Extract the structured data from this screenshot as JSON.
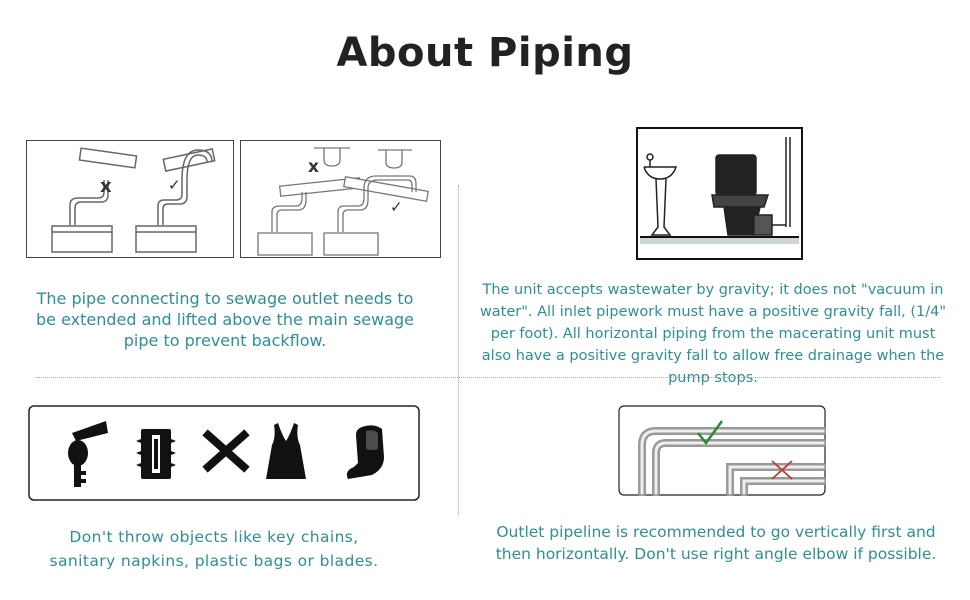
{
  "page": {
    "title": "About Piping"
  },
  "sections": {
    "top_left": {
      "caption": "The pipe connecting to sewage outlet needs to be extended and lifted above the main sewage pipe to prevent backflow."
    },
    "top_right": {
      "caption": "The unit accepts wastewater by gravity; it does not \"vacuum in water\". All inlet pipework must have a positive gravity fall, (1/4\" per foot). All horizontal piping from the macerating unit must also have a positive gravity fall to allow free drainage when the pump stops."
    },
    "bottom_left": {
      "caption": "Don't throw objects like key chains, sanitary napkins, plastic bags or blades.",
      "icons": [
        "keys-icon",
        "razor-blade-icon",
        "cross-icon",
        "plastic-bag-icon",
        "napkin-icon"
      ]
    },
    "bottom_right": {
      "caption": "Outlet pipeline is recommended to go vertically first and then horizontally. Don't use right angle elbow if possible."
    }
  },
  "marks": {
    "wrong": "x",
    "right": "✓"
  },
  "colors": {
    "caption": "#2e8f95",
    "check": "#2a8a3a",
    "cross": "#c0392b"
  }
}
